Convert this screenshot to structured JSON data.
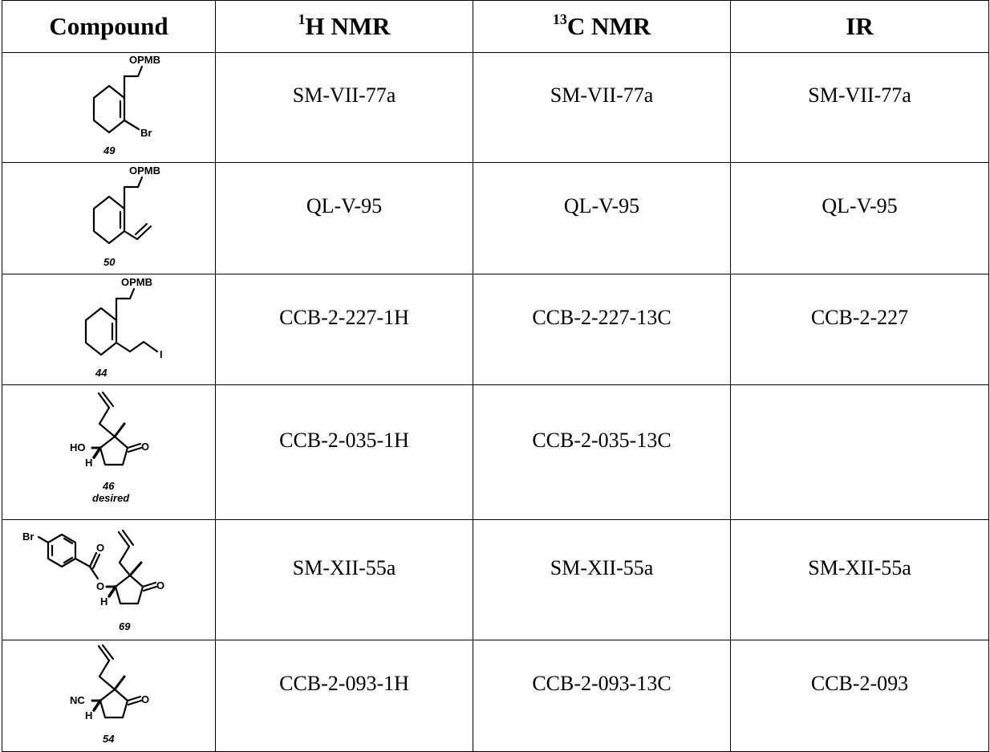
{
  "headers": {
    "compound": "Compound",
    "h_nmr_sup": "1",
    "h_nmr_text": "H NMR",
    "c_nmr_sup": "13",
    "c_nmr_text": "C NMR",
    "ir": "IR"
  },
  "rows": [
    {
      "atoms": {
        "opmb": "OPMB",
        "br": "Br"
      },
      "compound_number": "49",
      "h_nmr": "SM-VII-77a",
      "c_nmr": "SM-VII-77a",
      "ir": "SM-VII-77a"
    },
    {
      "atoms": {
        "opmb": "OPMB"
      },
      "compound_number": "50",
      "h_nmr": "QL-V-95",
      "c_nmr": "QL-V-95",
      "ir": "QL-V-95"
    },
    {
      "atoms": {
        "opmb": "OPMB",
        "i": "I"
      },
      "compound_number": "44",
      "h_nmr": "CCB-2-227-1H",
      "c_nmr": "CCB-2-227-13C",
      "ir": "CCB-2-227"
    },
    {
      "atoms": {
        "ho": "HO",
        "h": "H",
        "o": "O"
      },
      "compound_number": "46",
      "compound_note": "desired",
      "h_nmr": "CCB-2-035-1H",
      "c_nmr": "CCB-2-035-13C",
      "ir": ""
    },
    {
      "atoms": {
        "br": "Br",
        "o_carbonyl": "O",
        "o_ester": "O",
        "h": "H",
        "o_ketone": "O"
      },
      "compound_number": "69",
      "h_nmr": "SM-XII-55a",
      "c_nmr": "SM-XII-55a",
      "ir": "SM-XII-55a"
    },
    {
      "atoms": {
        "nc": "NC",
        "h": "H",
        "o": "O"
      },
      "compound_number": "54",
      "h_nmr": "CCB-2-093-1H",
      "c_nmr": "CCB-2-093-13C",
      "ir": "CCB-2-093"
    }
  ]
}
